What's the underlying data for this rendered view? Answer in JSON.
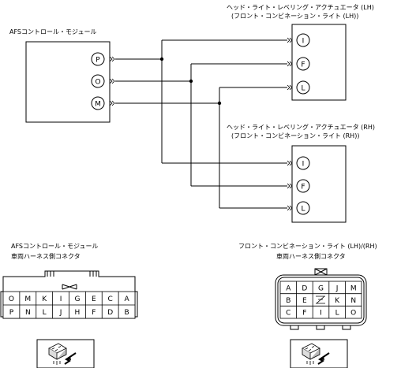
{
  "module": {
    "title": "AFSコントロール・モジュール",
    "pins": [
      "P",
      "O",
      "M"
    ]
  },
  "actuator_lh": {
    "title_line1": "ヘッド・ライト・レベリング・アクチュエータ (LH)",
    "title_line2": "(フロント・コンビネーション・ライト (LH))",
    "pins": [
      "I",
      "F",
      "L"
    ]
  },
  "actuator_rh": {
    "title_line1": "ヘッド・ライト・レベリング・アクチュエータ (RH)",
    "title_line2": "(フロント・コンビネーション・ライト (RH))",
    "pins": [
      "I",
      "F",
      "L"
    ]
  },
  "connector_module": {
    "title_line1": "AFSコントロール・モジュール",
    "title_line2": "車両ハーネス側コネクタ",
    "row1": [
      "O",
      "M",
      "K",
      "I",
      "G",
      "E",
      "C",
      "A"
    ],
    "row2": [
      "P",
      "N",
      "L",
      "J",
      "H",
      "F",
      "D",
      "B"
    ]
  },
  "connector_light": {
    "title_line1": "フロント・コンビネーション・ライト (LH)/(RH)",
    "title_line2": "車両ハーネス側コネクタ",
    "row1": [
      "A",
      "D",
      "G",
      "J",
      "M"
    ],
    "row2": [
      "B",
      "E",
      "",
      "K",
      "N"
    ],
    "row3": [
      "C",
      "F",
      "I",
      "L",
      "O"
    ]
  }
}
